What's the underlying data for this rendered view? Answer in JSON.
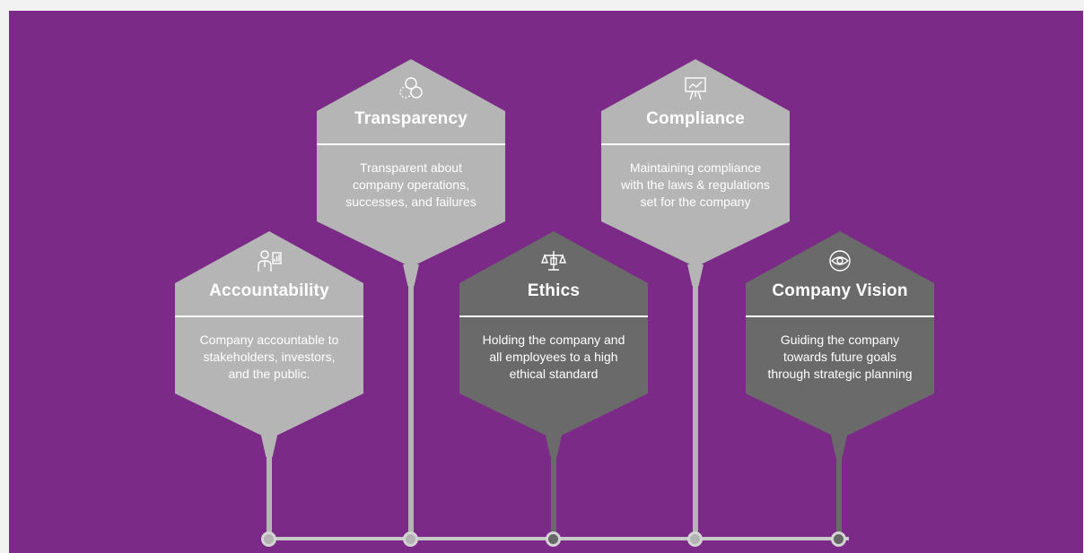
{
  "cards": [
    {
      "title": "Accountability",
      "description": "Company accountable to stakeholders, investors, and the public.",
      "icon": "businessman-chart-icon",
      "tone": "light"
    },
    {
      "title": "Transparency",
      "description": "Transparent about company operations, successes, and failures",
      "icon": "overlapping-circles-icon",
      "tone": "light"
    },
    {
      "title": "Ethics",
      "description": "Holding the company and all employees to a high ethical standard",
      "icon": "scales-of-justice-icon",
      "tone": "dark"
    },
    {
      "title": "Compliance",
      "description": "Maintaining compliance with the laws & regulations set for the company",
      "icon": "presentation-board-icon",
      "tone": "light"
    },
    {
      "title": "Company Vision",
      "description": "Guiding the company towards future goals through strategic planning",
      "icon": "eye-vision-icon",
      "tone": "dark"
    }
  ],
  "colors": {
    "background": "#7b2a87",
    "light_card": "#b5b5b5",
    "dark_card": "#6a6a6a",
    "timeline": "#c9c9c9"
  }
}
